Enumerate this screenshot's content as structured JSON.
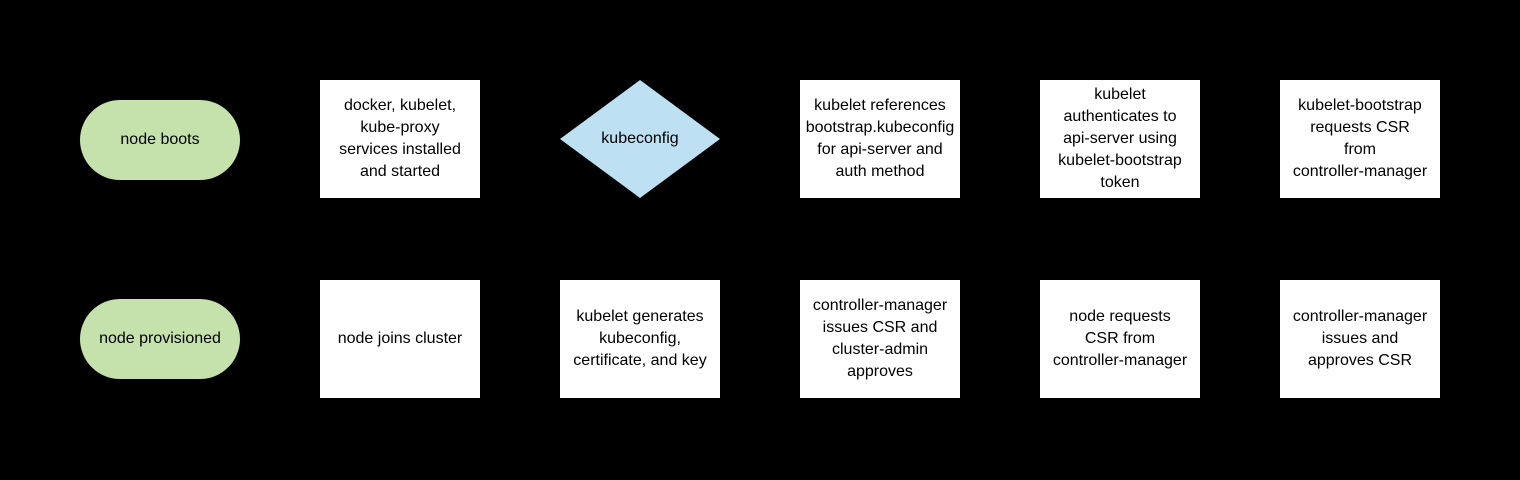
{
  "diagram": {
    "background": "#000000",
    "text_color": "#000000",
    "colors": {
      "terminal_fill": "#c5e2ad",
      "decision_fill": "#bee0f3",
      "process_fill": "#ffffff"
    },
    "nodes": [
      {
        "id": "node-boots",
        "shape": "terminal",
        "row": 0,
        "col": 0,
        "lines": [
          "node boots"
        ]
      },
      {
        "id": "services-installed",
        "shape": "process",
        "row": 0,
        "col": 1,
        "lines": [
          "docker, kubelet,",
          "kube-proxy",
          "services installed",
          "and started"
        ]
      },
      {
        "id": "kubeconfig-decision",
        "shape": "decision",
        "row": 0,
        "col": 2,
        "lines": [
          "kubeconfig"
        ]
      },
      {
        "id": "kubelet-references-bootstrap",
        "shape": "process",
        "row": 0,
        "col": 3,
        "lines": [
          "kubelet references",
          "bootstrap.kubeconfig",
          "for api-server and",
          "auth method"
        ]
      },
      {
        "id": "kubelet-authenticates",
        "shape": "process",
        "row": 0,
        "col": 4,
        "lines": [
          "kubelet",
          "authenticates to",
          "api-server using",
          "kubelet-bootstrap",
          "token"
        ]
      },
      {
        "id": "kubelet-bootstrap-requests-csr",
        "shape": "process",
        "row": 0,
        "col": 5,
        "lines": [
          "kubelet-bootstrap",
          "requests CSR",
          "from",
          "controller-manager"
        ]
      },
      {
        "id": "node-provisioned",
        "shape": "terminal",
        "row": 1,
        "col": 0,
        "lines": [
          "node provisioned"
        ]
      },
      {
        "id": "node-joins-cluster",
        "shape": "process",
        "row": 1,
        "col": 1,
        "lines": [
          "node joins cluster"
        ]
      },
      {
        "id": "kubelet-generates-kubeconfig",
        "shape": "process",
        "row": 1,
        "col": 2,
        "lines": [
          "kubelet generates",
          "kubeconfig,",
          "certificate, and key"
        ]
      },
      {
        "id": "cm-issues-csr-admin-approves",
        "shape": "process",
        "row": 1,
        "col": 3,
        "lines": [
          "controller-manager",
          "issues CSR and",
          "cluster-admin",
          "approves"
        ]
      },
      {
        "id": "node-requests-csr",
        "shape": "process",
        "row": 1,
        "col": 4,
        "lines": [
          "node requests",
          "CSR from",
          "controller-manager"
        ]
      },
      {
        "id": "cm-issues-and-approves-csr",
        "shape": "process",
        "row": 1,
        "col": 5,
        "lines": [
          "controller-manager",
          "issues and",
          "approves CSR"
        ]
      }
    ]
  }
}
